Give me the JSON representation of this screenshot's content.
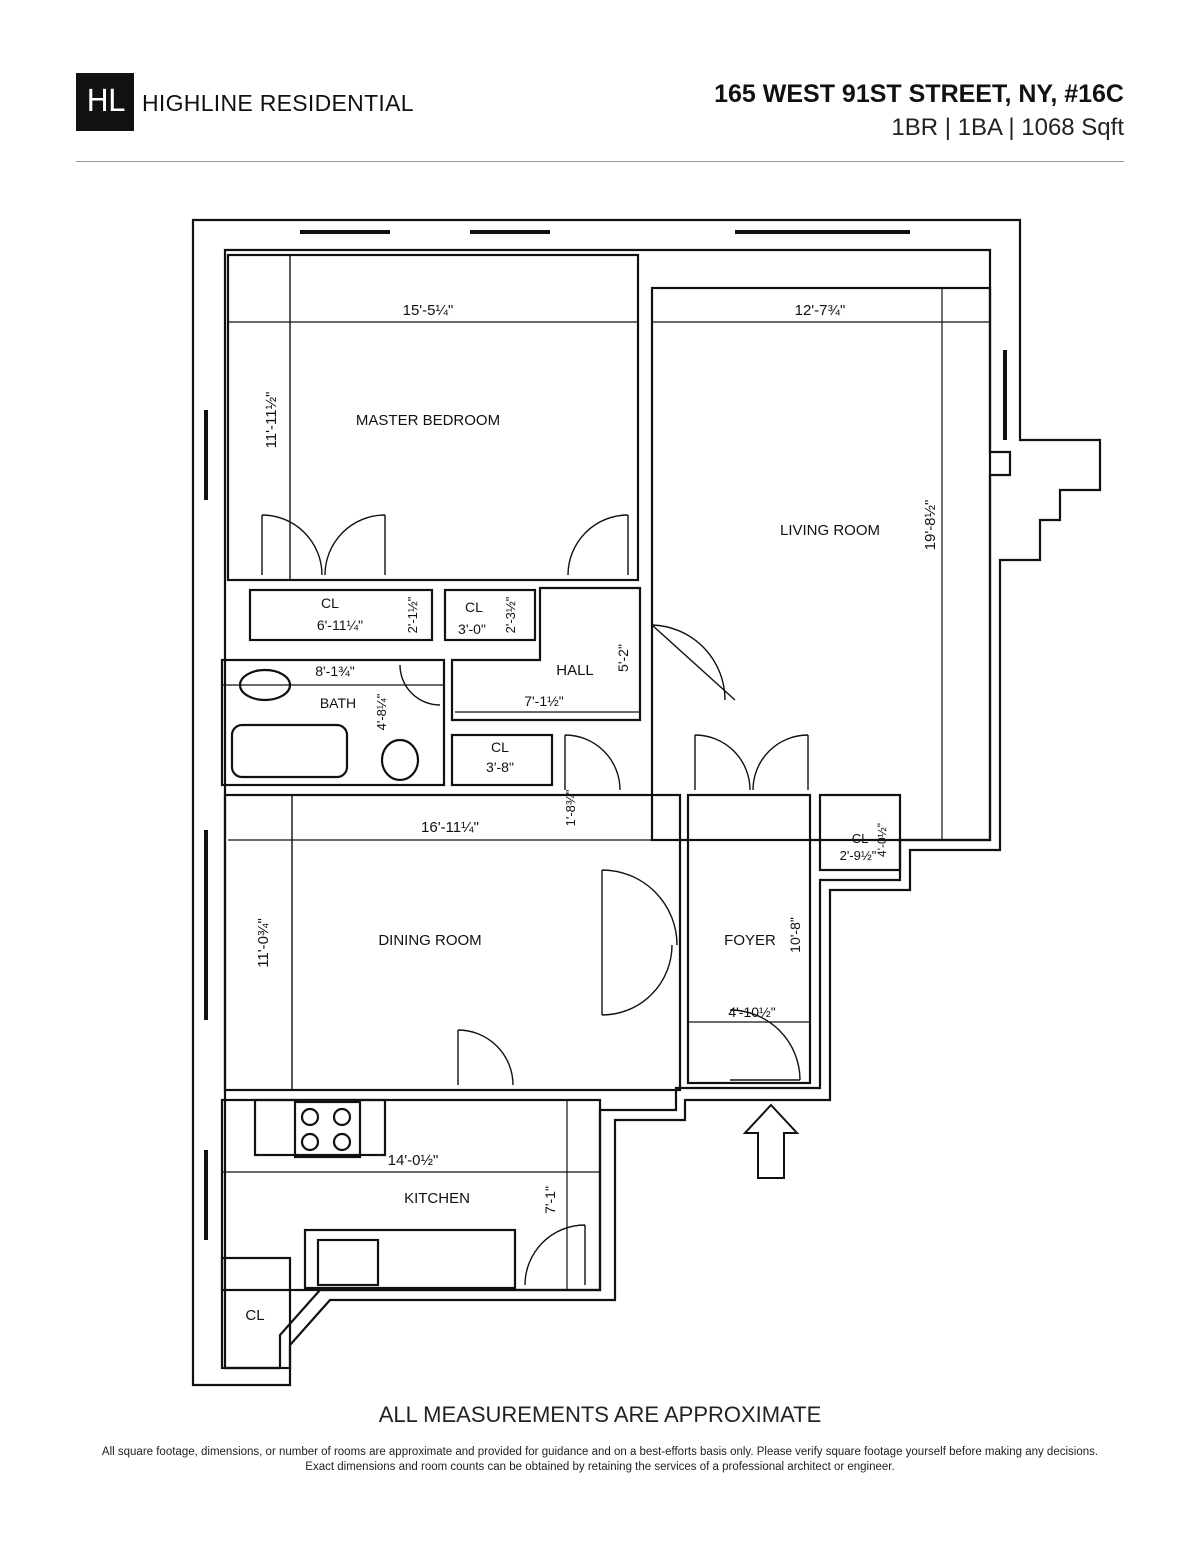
{
  "brand": {
    "logo_text": "HL",
    "name": "HIGHLINE RESIDENTIAL"
  },
  "listing": {
    "address": "165 WEST 91ST STREET, NY, #16C",
    "specs": "1BR | 1BA | 1068 Sqft"
  },
  "rooms": {
    "master_bedroom": {
      "label": "MASTER BEDROOM",
      "width": "15'-5¼\"",
      "depth": "11'-11½\""
    },
    "living_room": {
      "label": "LIVING ROOM",
      "width": "12'-7¾\"",
      "depth": "19'-8½\""
    },
    "closet_1": {
      "label": "CL",
      "width": "6'-11¼\"",
      "depth": "2'-1½\""
    },
    "closet_2": {
      "label": "CL",
      "width": "3'-0\"",
      "depth": "2'-3½\""
    },
    "hall": {
      "label": "HALL",
      "width": "7'-1½\"",
      "depth": "5'-2\""
    },
    "bath": {
      "label": "BATH",
      "width": "8'-1¾\"",
      "depth": "4'-8¼\""
    },
    "closet_3": {
      "label": "CL",
      "width": "3'-8\"",
      "depth": "1'-8¾\""
    },
    "closet_4": {
      "label": "CL",
      "width": "2'-9½\"",
      "depth": "4'-0½\""
    },
    "dining_room": {
      "label": "DINING ROOM",
      "width": "16'-11¼\"",
      "depth": "11'-0¾\""
    },
    "foyer": {
      "label": "FOYER",
      "width": "4'-10½\"",
      "depth": "10'-8\""
    },
    "kitchen": {
      "label": "KITCHEN",
      "width": "14'-0½\"",
      "depth": "7'-1\""
    },
    "closet_5": {
      "label": "CL"
    }
  },
  "footer": {
    "approx_note": "ALL MEASUREMENTS ARE APPROXIMATE",
    "disclaimer": "All square footage, dimensions, or number of rooms are approximate and provided for guidance and on a best-efforts basis only. Please verify square footage yourself before making any decisions. Exact dimensions and room counts can be obtained by retaining the services of a professional architect or engineer."
  }
}
